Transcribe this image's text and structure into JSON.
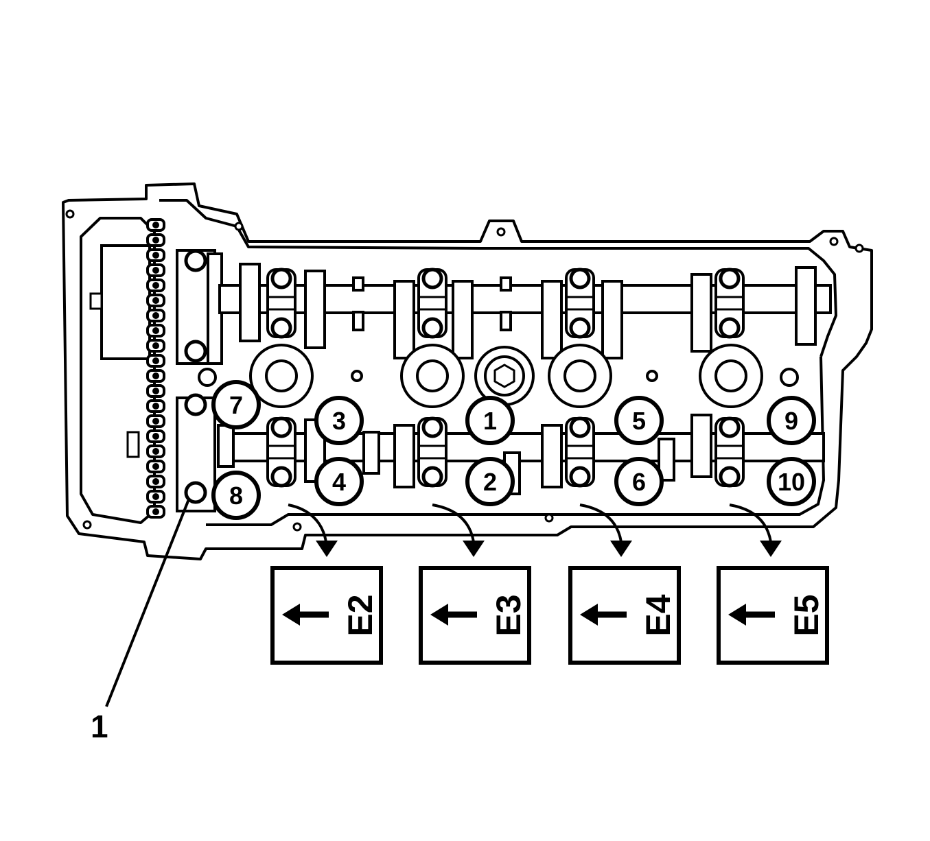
{
  "sequence": [
    {
      "label": "1"
    },
    {
      "label": "2"
    },
    {
      "label": "3"
    },
    {
      "label": "4"
    },
    {
      "label": "5"
    },
    {
      "label": "6"
    },
    {
      "label": "7"
    },
    {
      "label": "8"
    },
    {
      "label": "9"
    },
    {
      "label": "10"
    }
  ],
  "caps": [
    {
      "label": "E2"
    },
    {
      "label": "E3"
    },
    {
      "label": "E4"
    },
    {
      "label": "E5"
    }
  ],
  "callout": "1",
  "colors": {
    "ink": "#000000",
    "paper": "#ffffff"
  }
}
